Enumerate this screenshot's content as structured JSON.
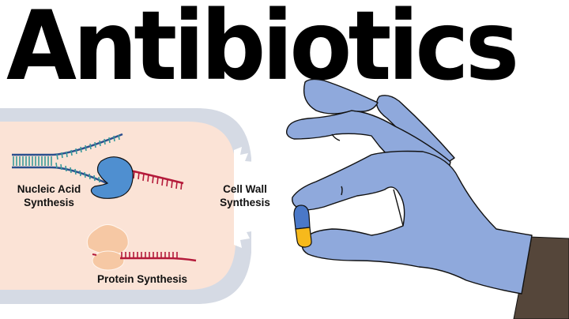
{
  "title": "Antibiotics",
  "diagram": {
    "labels": {
      "nucleic_acid": "Nucleic Acid\nSynthesis",
      "nucleic_acid_line1": "Nucleic Acid",
      "nucleic_acid_line2": "Synthesis",
      "cell_wall_line1": "Cell Wall",
      "cell_wall_line2": "Synthesis",
      "protein": "Protein Synthesis"
    },
    "elements": [
      "bacterial-cell",
      "cell-wall",
      "dna-double-helix",
      "polymerase-enzyme",
      "rna-strand",
      "ribosome",
      "mrna-strand",
      "gloved-hand",
      "capsule-pill"
    ]
  },
  "colors": {
    "cell_cytoplasm": "#fbe3d6",
    "cell_wall": "#d5dae4",
    "dna_backbone": "#2b4f8e",
    "dna_bases": "#3a9a9a",
    "enzyme": "#4f8fd0",
    "rna": "#b41a3a",
    "ribosome": "#f6c8a4",
    "glove": "#8fa9dc",
    "sleeve": "#55463a",
    "pill_top": "#4a78c8",
    "pill_bottom": "#f6b91c"
  }
}
